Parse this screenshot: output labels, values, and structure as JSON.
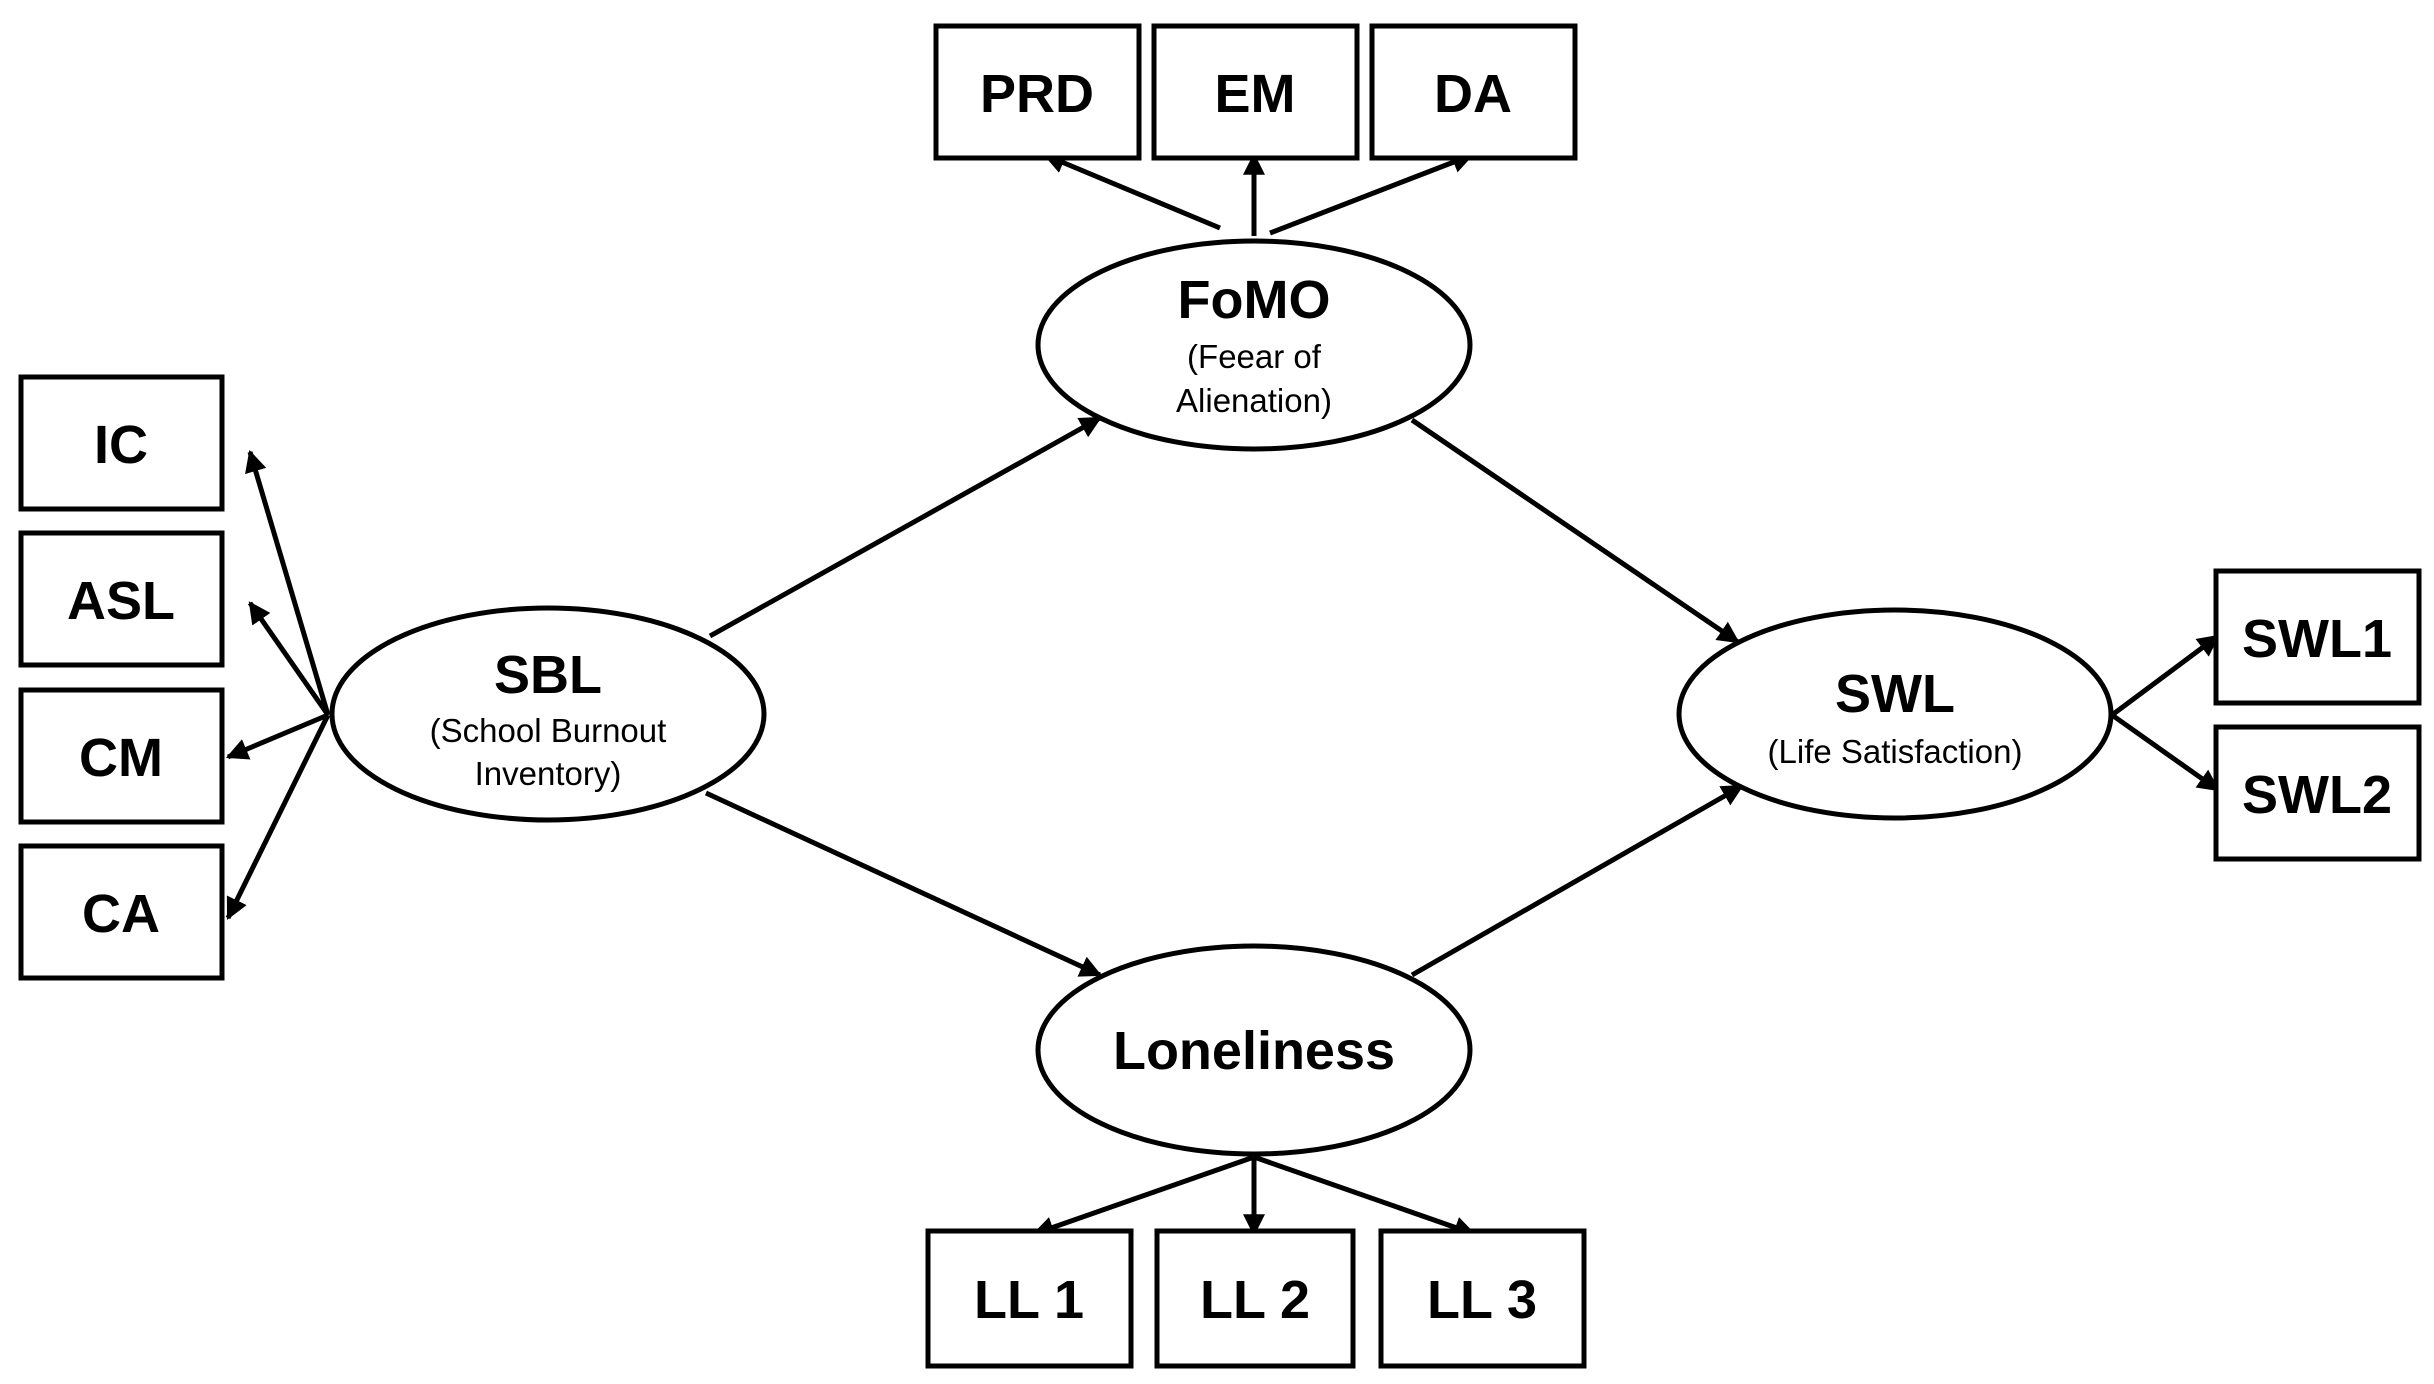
{
  "nodes": {
    "sbl": {
      "title": "SBL",
      "sub1": "(School Burnout",
      "sub2": "Inventory)"
    },
    "fomo": {
      "title": "FoMO",
      "sub1": "(Feear of",
      "sub2": "Alienation)"
    },
    "swl": {
      "title": "SWL",
      "sub1": "(Life Satisfaction)"
    },
    "loneliness": {
      "title": "Loneliness"
    }
  },
  "indicators": {
    "ic": "IC",
    "asl": "ASL",
    "cm": "CM",
    "ca": "CA",
    "prd": "PRD",
    "em": "EM",
    "da": "DA",
    "swl1": "SWL1",
    "swl2": "SWL2",
    "ll1": "LL 1",
    "ll2": "LL 2",
    "ll3": "LL 3"
  },
  "edges": [
    {
      "from": "SBL",
      "to": "FoMO"
    },
    {
      "from": "SBL",
      "to": "Loneliness"
    },
    {
      "from": "FoMO",
      "to": "SWL"
    },
    {
      "from": "Loneliness",
      "to": "SWL"
    },
    {
      "from": "SBL",
      "to": "IC"
    },
    {
      "from": "SBL",
      "to": "ASL"
    },
    {
      "from": "SBL",
      "to": "CM"
    },
    {
      "from": "SBL",
      "to": "CA"
    },
    {
      "from": "FoMO",
      "to": "PRD"
    },
    {
      "from": "FoMO",
      "to": "EM"
    },
    {
      "from": "FoMO",
      "to": "DA"
    },
    {
      "from": "SWL",
      "to": "SWL1"
    },
    {
      "from": "SWL",
      "to": "SWL2"
    },
    {
      "from": "Loneliness",
      "to": "LL 1"
    },
    {
      "from": "Loneliness",
      "to": "LL 2"
    },
    {
      "from": "Loneliness",
      "to": "LL 3"
    }
  ]
}
